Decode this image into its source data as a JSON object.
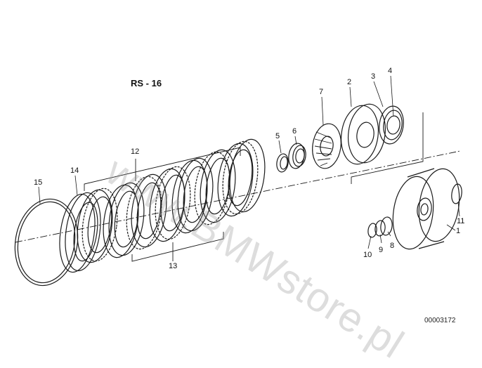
{
  "diagram": {
    "title": "RS - 16",
    "doc_number": "00003172",
    "watermark": "www.BMWstore.pl",
    "callouts": [
      "1",
      "2",
      "3",
      "4",
      "5",
      "6",
      "7",
      "8",
      "9",
      "10",
      "11",
      "12",
      "13",
      "14",
      "15"
    ],
    "colors": {
      "line": "#1a1a1a",
      "watermark": "#969696"
    }
  }
}
